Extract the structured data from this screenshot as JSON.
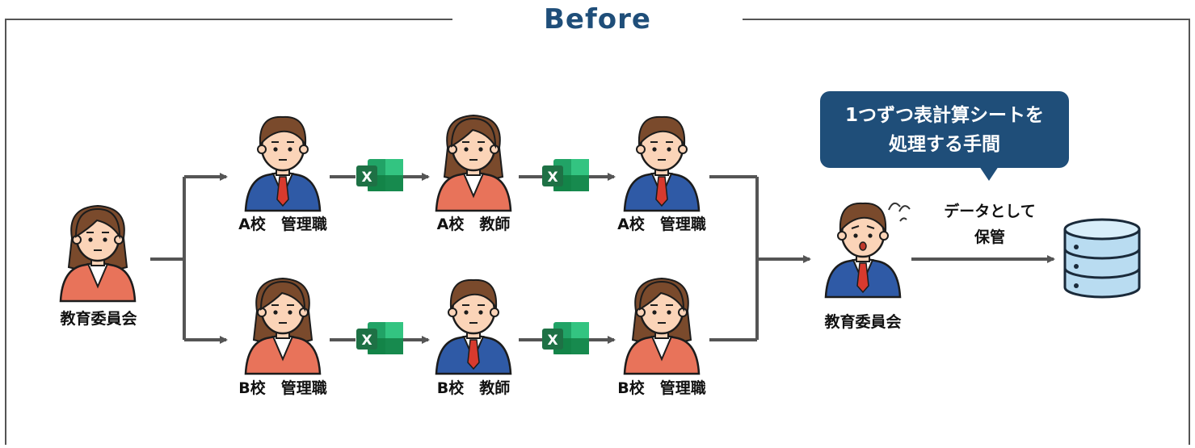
{
  "title": "Before",
  "people": {
    "board_left": "教育委員会",
    "a_admin_1": "A校　管理職",
    "a_teacher": "A校　教師",
    "a_admin_2": "A校　管理職",
    "b_admin_1": "B校　管理職",
    "b_teacher": "B校　教師",
    "b_admin_2": "B校　管理職",
    "board_right": "教育委員会"
  },
  "bubble": {
    "line1": "1つずつ表計算シートを",
    "line2": "処理する手間"
  },
  "store_note": {
    "line1": "データとして",
    "line2": "保管"
  },
  "icons": {
    "file": "excel-icon",
    "file_letter": "X",
    "storage": "database-icon",
    "stress": "sweat-mark-icon"
  },
  "colors": {
    "frame": "#555555",
    "arrow": "#555555",
    "title": "#1f4e79",
    "bubble": "#1f4e79",
    "male_suit": "#2f5aa6",
    "female_suit": "#e8735a",
    "skin": "#fbd4b8",
    "hair": "#7a4a2c",
    "excel": "#1e7145",
    "database": "#b9dcf1"
  }
}
